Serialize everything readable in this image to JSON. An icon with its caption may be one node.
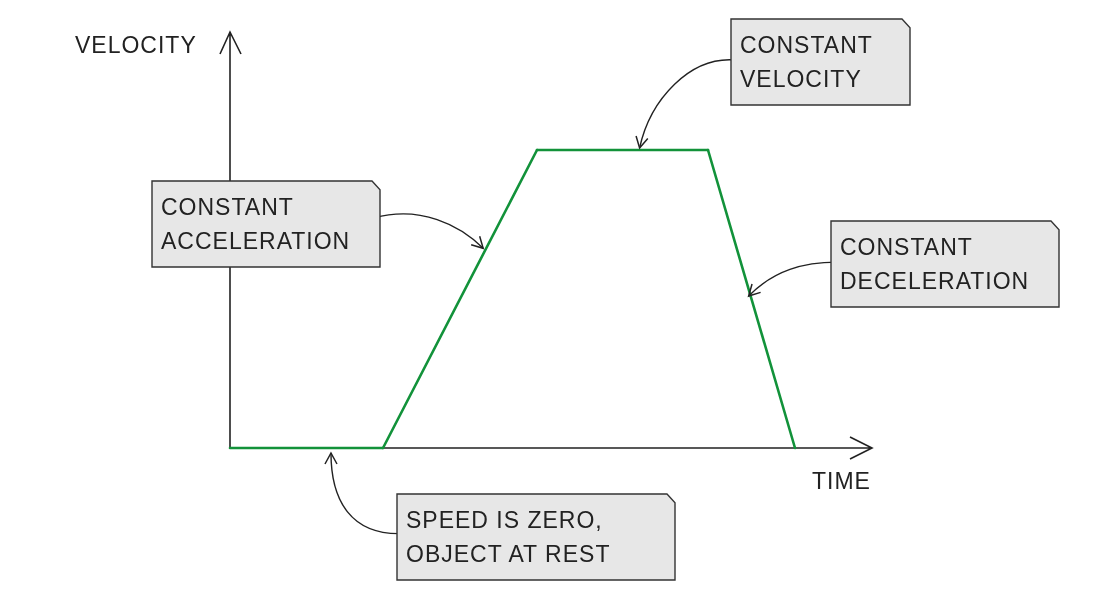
{
  "diagram": {
    "nodes": [
      {
        "text": [
          "CONSTANT VELOCITY"
        ]
      },
      {
        "text": [
          "CONSTANT ACCELERATION"
        ]
      },
      {
        "text": [
          "CONSTANT DECELERATION"
        ]
      },
      {
        "text": [
          "SPEED IS ZERO, OBJECT AT REST"
        ]
      },
      {
        "text": [],
        "shape": "line"
      },
      {
        "text": [],
        "shape": "line"
      },
      {
        "text": [],
        "shape": "line"
      },
      {
        "text": [],
        "shape": "line"
      }
    ],
    "edges": [
      {
        "from": 0,
        "to": 6,
        "arrow": "to"
      },
      {
        "from": 1,
        "to": 5,
        "arrow": "to"
      },
      {
        "from": 2,
        "to": 7,
        "arrow": "to"
      },
      {
        "from": 3,
        "to": 4,
        "arrow": "to"
      }
    ],
    "labels": [
      "VELOCITY",
      "TIME"
    ]
  }
}
